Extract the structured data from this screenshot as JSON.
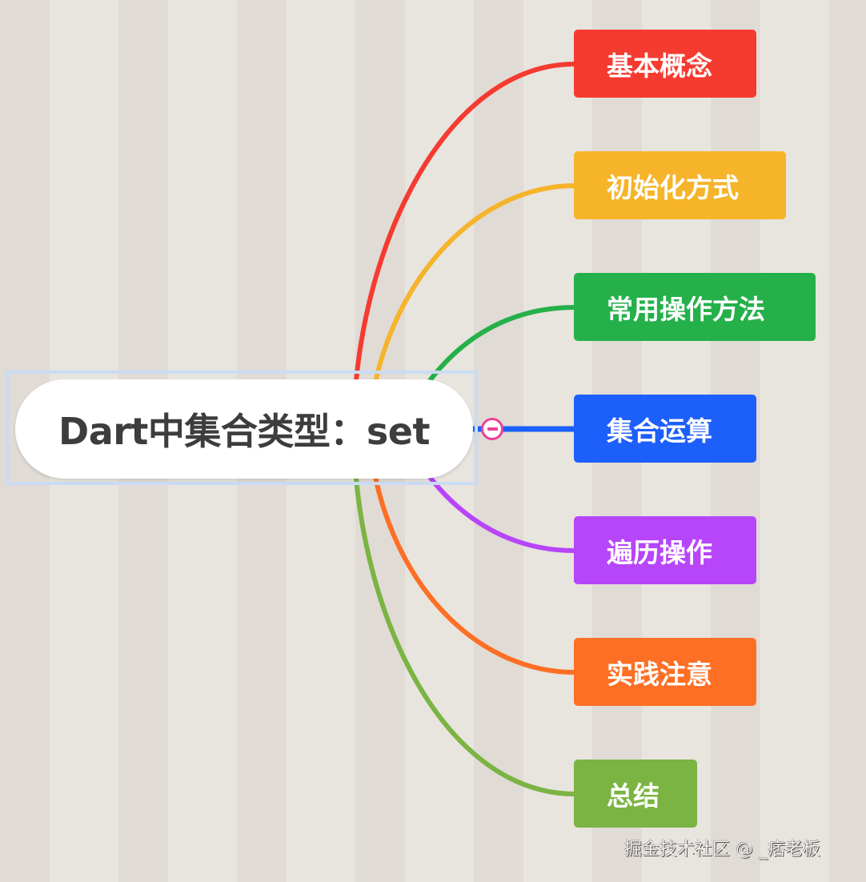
{
  "root": {
    "label": "Dart中集合类型：set",
    "collapse_button": "minus"
  },
  "topics": [
    {
      "label": "基本概念",
      "color": "#f53b30"
    },
    {
      "label": "初始化方式",
      "color": "#f5b42a"
    },
    {
      "label": "常用操作方法",
      "color": "#25b04a"
    },
    {
      "label": "集合运算",
      "color": "#1c5ffb"
    },
    {
      "label": "遍历操作",
      "color": "#b745f9"
    },
    {
      "label": "实践注意",
      "color": "#fd6f24"
    },
    {
      "label": "总结",
      "color": "#7bb442"
    }
  ],
  "watermark": "掘金技术社区 @ _痞老板",
  "colors": {
    "selection_border": "#c9dcf2",
    "collapse_accent": "#ee3f95",
    "root_text": "#3d3d3d"
  }
}
